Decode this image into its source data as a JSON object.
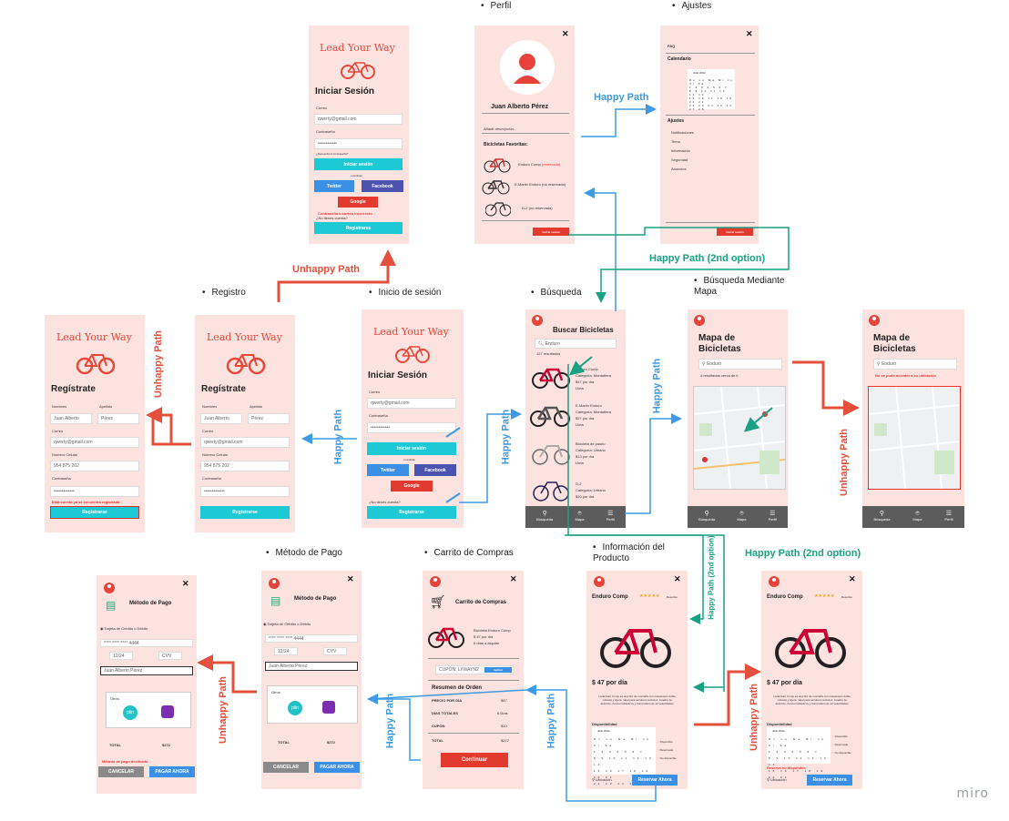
{
  "labels": {
    "perfil": "Perfil",
    "ajustes": "Ajustes",
    "registro": "Registro",
    "inicio": "Inicio de sesión",
    "busqueda": "Búsqueda",
    "busqueda_mapa": "Búsqueda Mediante Mapa",
    "metodo": "Método de Pago",
    "carrito": "Carrito de Compras",
    "info": "Información del Producto"
  },
  "flows": {
    "happy": "Happy Path",
    "happy2": "Happy Path (2nd option)",
    "unhappy": "Unhappy Path",
    "happy2_vert": "Happy Path (2nd option)"
  },
  "brand": "Lead Your Way",
  "login": {
    "title": "Iniciar Sesión",
    "correo_lbl": "Correo",
    "correo_val": "qwerty@gmail.com",
    "pass_lbl": "Contraseña",
    "pass_val": "••••••••••••",
    "remember": "¿Recuerda la contraseña?",
    "submit": "Iniciar sesión",
    "or": "o también",
    "twitter": "Twitter",
    "facebook": "Facebook",
    "google": "Google",
    "error": "Contraseña o correo incorrecto",
    "forgot": "¿No tienes cuenta?",
    "register": "Registrarse",
    "forgot2": "¿No tienes cuenta?"
  },
  "register": {
    "title": "Regístrate",
    "nombres_lbl": "Nombres",
    "apellido_lbl": "Apellido",
    "nombres_val": "Juan Alberto",
    "apellido_val": "Pérez",
    "correo_lbl": "Correo",
    "correo_val": "qwerty@gmail.com",
    "cel_lbl": "Número Celular",
    "cel_val": "954 875 202",
    "pass_lbl": "Contraseña",
    "pass_val": "•••••••••••••",
    "error": "Esta cuenta ya se encuentra registrada",
    "submit": "Registrarse"
  },
  "profile": {
    "name": "Juan Alberto Pérez",
    "desc_placeholder": "Añadir descripción...",
    "fav_title": "Bicicletas Favoritas:",
    "bikes": [
      {
        "name": "Enduro Comp",
        "tag": "(reservada)"
      },
      {
        "name": "E-Marlin Enduro",
        "tag": "(no reservada)"
      },
      {
        "name": "D-2",
        "tag": "(no reservada)"
      }
    ],
    "logout": "Cerrar sesión"
  },
  "settings": {
    "faq": "FAQ",
    "calendar": "Calendario",
    "month": "Julio 2022",
    "weekdays": [
      "Do",
      "Lu",
      "Ma",
      "Mi",
      "Ju",
      "Vi",
      "Sa"
    ],
    "ajustes": "Ajustes",
    "items": [
      "Notificaciones",
      "Tema",
      "Información",
      "Seguridad",
      "Anuncios"
    ],
    "logout": "Cerrar sesión"
  },
  "search": {
    "title": "Buscar Bicicletas",
    "query": "Enduro",
    "results": "127 resultados",
    "items": [
      {
        "name": "Enduro Comp",
        "cat": "Categoría: Montañera",
        "price": "$47 por día",
        "loc": "Lima"
      },
      {
        "name": "E-Marlin Enduro",
        "cat": "Categoría: Montañera",
        "price": "$27 por día",
        "loc": "Lima"
      },
      {
        "name": "Bicicleta de paseo",
        "cat": "Categoría: Urbano",
        "price": "$13 por día",
        "loc": "Lima"
      },
      {
        "name": "D-2",
        "cat": "Categoría: Urbano",
        "price": "$20 por día",
        "loc": ""
      }
    ],
    "nav": [
      "Búsqueda",
      "Mapa",
      "Perfil"
    ]
  },
  "map1": {
    "title": "Mapa de Bicicletas",
    "query": "Enduro",
    "note": "4 resultados cerca de ti"
  },
  "map2": {
    "title": "Mapa de Bicicletas",
    "query": "Enduro",
    "error": "No se pudo acceder a su ubicación"
  },
  "product": {
    "name": "Enduro Comp",
    "stars": "★★★★★",
    "reviews": "Reseñas",
    "price": "$ 47 por día",
    "desc": "La Enduro Comp es una bici de montaña con suspensión doble, robusta y ligera, ideal para senderos técnicos. Cuadro de aluminio, frenos hidráulicos y transmisión de 12 velocidades.",
    "disp": "Disponibilidad",
    "month": "Julio 2022",
    "legend": [
      "Disponible",
      "Reservado",
      "No disponible"
    ],
    "loc": "Ubicación",
    "reserve": "Reservar Ahora",
    "error": "Reserva no disponible"
  },
  "cart": {
    "title": "Carrito de Compras",
    "item": "Bicicleta Enduro Comp",
    "price": "$ 47 por día",
    "days": "6 días a alquilar",
    "coupon": "CUPÓN: LYWAYN2",
    "apply": "Aplicar",
    "summary": "Resumen de Orden",
    "rows": [
      [
        "PRECIO POR DÍA",
        "$47"
      ],
      [
        "DÍAS TOTALES",
        "6 Días"
      ],
      [
        "CUPÓN",
        "$10"
      ],
      [
        "TOTAL",
        "$272"
      ]
    ],
    "continue": "Continuar"
  },
  "payment": {
    "title": "Método de Pago",
    "card": "Tarjeta de Crédito o Débito",
    "number": "**** **** **** 4444",
    "exp": "12/24",
    "cvv": "CVV",
    "holder": "Juan Alberto Pérez",
    "other": "Otros",
    "plin": "plin",
    "total_lbl": "TOTAL",
    "total": "$272",
    "error": "Método de pago declinado",
    "cancel": "CANCELAR",
    "pay": "PAGAR AHORA"
  },
  "watermark": "miro"
}
